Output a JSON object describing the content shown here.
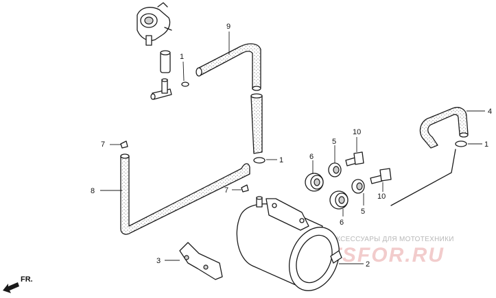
{
  "diagram": {
    "callouts": {
      "c1a": "1",
      "c9": "9",
      "c4": "4",
      "c1b": "1",
      "c10a": "10",
      "c5a": "5",
      "c6a": "6",
      "c1c": "1",
      "c7a": "7",
      "c8": "8",
      "c7b": "7",
      "c10b": "10",
      "c5b": "5",
      "c6b": "6",
      "c2": "2",
      "c3": "3"
    },
    "direction_label": "FR.",
    "watermark": {
      "caption": "ЗАПЧАСТИ И АКСЕССУАРЫ ДЛЯ МОТОТЕХНИКИ",
      "logo": "PARTSFOR.RU"
    }
  }
}
